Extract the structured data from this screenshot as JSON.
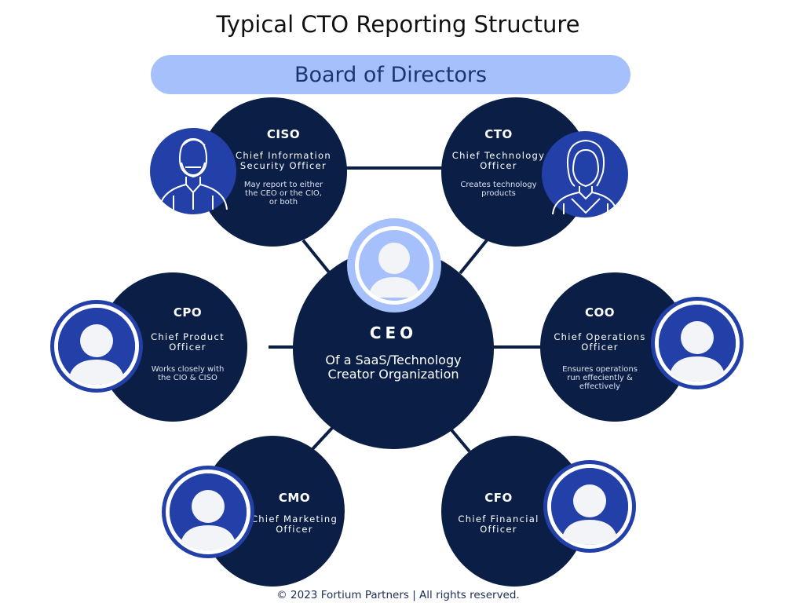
{
  "title": "Typical CTO Reporting Structure",
  "board": "Board of Directors",
  "ceo": {
    "abbr": "CEO",
    "line1": "Of a SaaS/Technology",
    "line2": "Creator Organization"
  },
  "nodes": {
    "ciso": {
      "abbr": "CISO",
      "role1": "Chief Information",
      "role2": "Security Officer",
      "note1": "May report to either",
      "note2": "the CEO or the CIO,",
      "note3": "or both"
    },
    "cto": {
      "abbr": "CTO",
      "role1": "Chief Technology",
      "role2": "Officer",
      "note1": "Creates technology",
      "note2": "products"
    },
    "cpo": {
      "abbr": "CPO",
      "role1": "Chief Product",
      "role2": "Officer",
      "note1": "Works closely with",
      "note2": "the CIO & CISO"
    },
    "coo": {
      "abbr": "COO",
      "role1": "Chief Operations",
      "role2": "Officer",
      "note1": "Ensures operations",
      "note2": "run effeciently &",
      "note3": "effectively"
    },
    "cmo": {
      "abbr": "CMO",
      "role1": "Chief Marketing",
      "role2": "Officer"
    },
    "cfo": {
      "abbr": "CFO",
      "role1": "Chief Financial",
      "role2": "Officer"
    }
  },
  "icons": {
    "ciso": "man-portrait-icon",
    "cto": "woman-portrait-icon",
    "generic": "user-silhouette-icon"
  },
  "colors": {
    "navy": "#0b1f46",
    "royal_blue": "#233fa8",
    "light_blue": "#a5c0fb"
  },
  "footer": "© 2023 Fortium Partners | All rights reserved."
}
